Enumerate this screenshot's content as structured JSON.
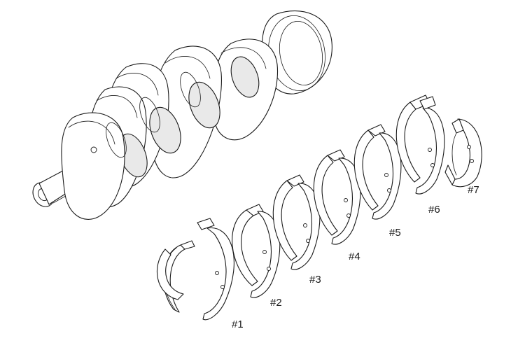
{
  "labels": {
    "bearing_1": "#1",
    "bearing_2": "#2",
    "bearing_3": "#3",
    "bearing_4": "#4",
    "bearing_5": "#5",
    "bearing_6": "#6",
    "bearing_7": "#7"
  },
  "colors": {
    "ink": "#1a1a1a",
    "background": "#ffffff"
  }
}
